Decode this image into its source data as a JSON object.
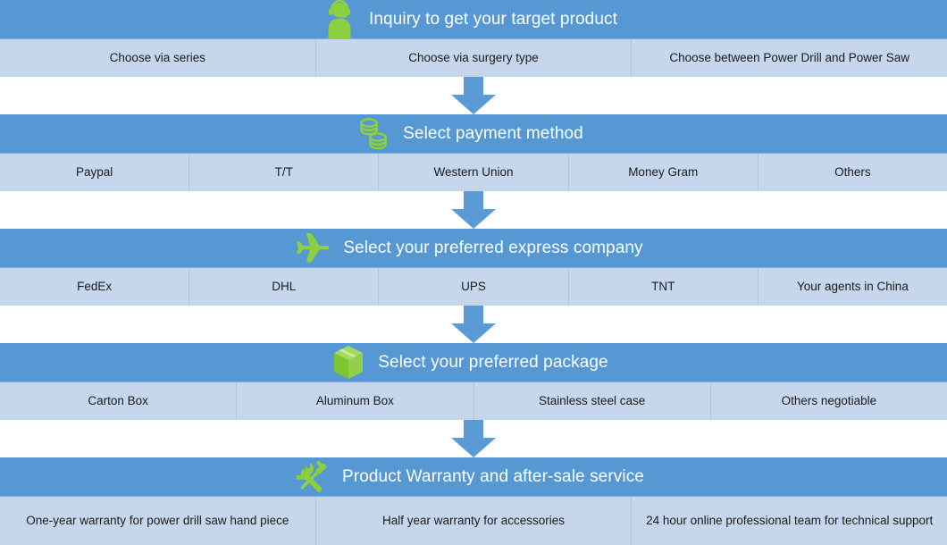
{
  "colors": {
    "header_blue": "#5598d4",
    "option_blue": "#c6d6ec",
    "icon_green": "#8dcf3f",
    "arrow_blue": "#5b9bd5",
    "divider": "#b3c6e0",
    "title_text": "#ffffff",
    "option_text": "#1b1b1b"
  },
  "steps": [
    {
      "icon": "headset-person-icon",
      "title": "Inquiry to get your target product",
      "options": [
        "Choose via series",
        "Choose via surgery type",
        "Choose  between Power Drill and Power Saw"
      ]
    },
    {
      "icon": "coins-icon",
      "title": "Select payment method",
      "options": [
        "Paypal",
        "T/T",
        "Western Union",
        "Money Gram",
        "Others"
      ]
    },
    {
      "icon": "airplane-icon",
      "title": "Select your preferred express company",
      "options": [
        "FedEx",
        "DHL",
        "UPS",
        "TNT",
        "Your agents in China"
      ]
    },
    {
      "icon": "package-box-icon",
      "title": "Select your preferred package",
      "options": [
        "Carton Box",
        "Aluminum Box",
        "Stainless steel case",
        "Others negotiable"
      ]
    },
    {
      "icon": "hammer-wrench-icon",
      "title": "Product Warranty and after-sale service",
      "options": [
        "One-year warranty for power drill saw hand piece",
        "Half year warranty for accessories",
        "24 hour online professional team for technical support"
      ]
    }
  ],
  "connectors": [
    {
      "name": "down-arrow-1"
    },
    {
      "name": "down-arrow-2"
    },
    {
      "name": "down-arrow-3"
    },
    {
      "name": "down-arrow-4"
    }
  ]
}
